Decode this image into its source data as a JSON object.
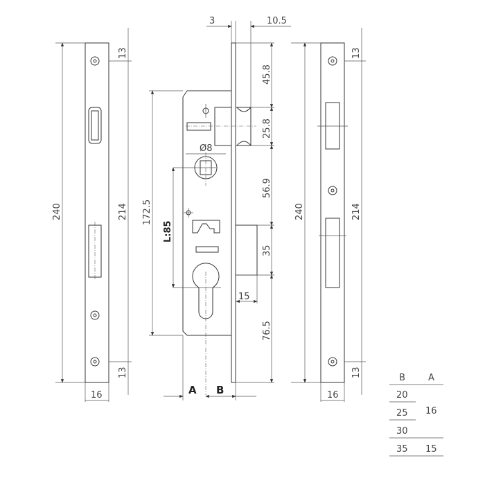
{
  "left_faceplate": {
    "height": "240",
    "hole_spacing": "214",
    "top_offset": "13",
    "bottom_offset": "13",
    "width": "16"
  },
  "lock_body": {
    "forend_thickness": "3",
    "latch_projection": "10.5",
    "top_to_latch": "45.8",
    "latch_height": "25.8",
    "latch_to_bolt": "56.9",
    "bolt_height": "35",
    "bolt_to_bottom": "76.5",
    "bolt_throw": "15",
    "case_height": "172.5",
    "center_distance": "L:85",
    "spindle": "Ø8",
    "dim_a": "A",
    "dim_b": "B"
  },
  "right_faceplate": {
    "height": "240",
    "hole_spacing": "214",
    "top_offset": "13",
    "bottom_offset": "13",
    "width": "16"
  },
  "table": {
    "headers": [
      "B",
      "A"
    ],
    "b_values": [
      "20",
      "25",
      "30",
      "35"
    ],
    "a_values": [
      "16",
      "15"
    ]
  }
}
